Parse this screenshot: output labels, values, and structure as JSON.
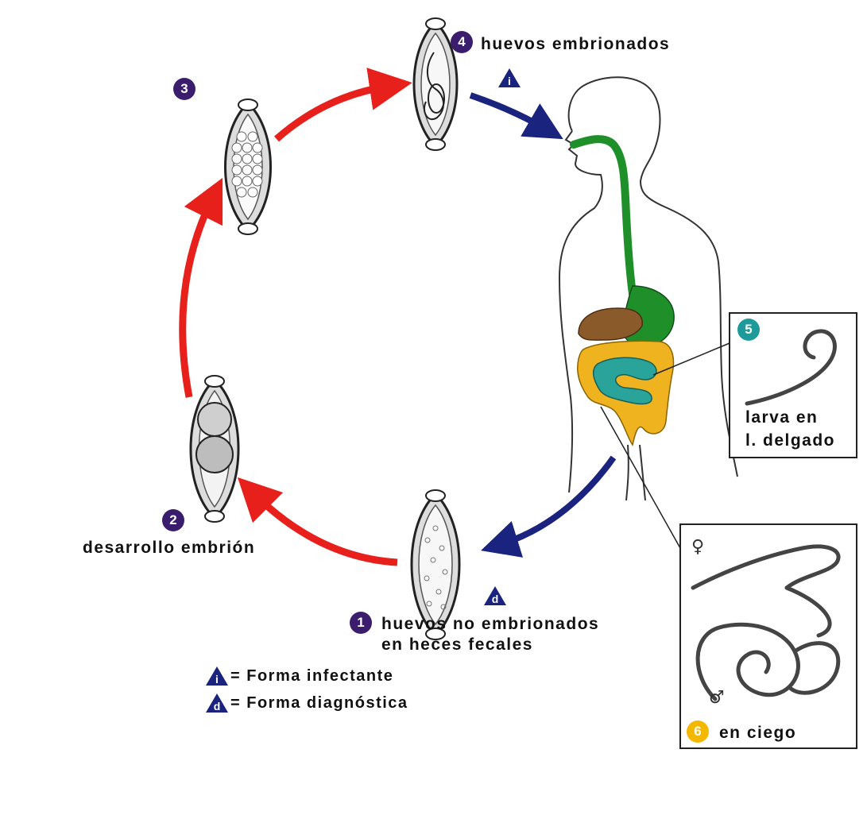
{
  "stages": {
    "s1": {
      "num": "1",
      "line1": "huevos no embrionados",
      "line2": "en heces fecales"
    },
    "s2": {
      "num": "2",
      "label": "desarrollo embrión"
    },
    "s3": {
      "num": "3"
    },
    "s4": {
      "num": "4",
      "label": "huevos embrionados"
    },
    "s5": {
      "num": "5",
      "line1": "larva en",
      "line2": "l. delgado"
    },
    "s6": {
      "num": "6",
      "label": "en ciego"
    }
  },
  "markers": {
    "infective_letter": "i",
    "diagnostic_letter": "d"
  },
  "legend": {
    "infective": "= Forma infectante",
    "diagnostic": "= Forma diagnóstica"
  },
  "symbols": {
    "female": "♀",
    "male": "♂"
  },
  "colors": {
    "red_arrow": "#e8201b",
    "blue_arrow": "#1a237e",
    "badge_purple": "#3b1d6e",
    "badge_teal": "#1e9a9a",
    "badge_yellow": "#f5b800",
    "gut_green": "#1f8f2a",
    "liver_brown": "#8a5a2b",
    "small_intestine_teal": "#2aa39a",
    "colon_yellow": "#f0b320",
    "triangle_blue": "#1a237e"
  }
}
